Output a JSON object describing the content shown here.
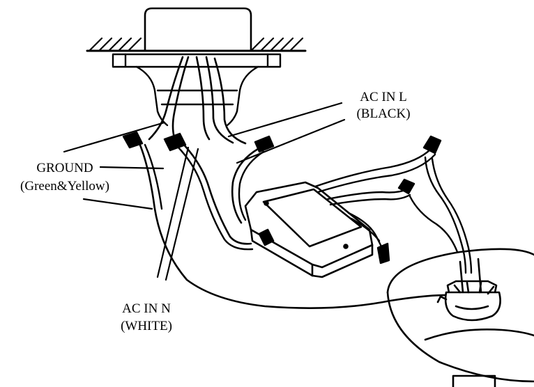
{
  "labels": {
    "ac_in_l": "AC IN L",
    "ac_in_l_color": "(BLACK)",
    "ground": "GROUND",
    "ground_color": "(Green&Yellow)",
    "ac_in_n": "AC IN N",
    "ac_in_n_color": "(WHITE)"
  },
  "colors": {
    "line": "#000000",
    "background": "#ffffff"
  }
}
